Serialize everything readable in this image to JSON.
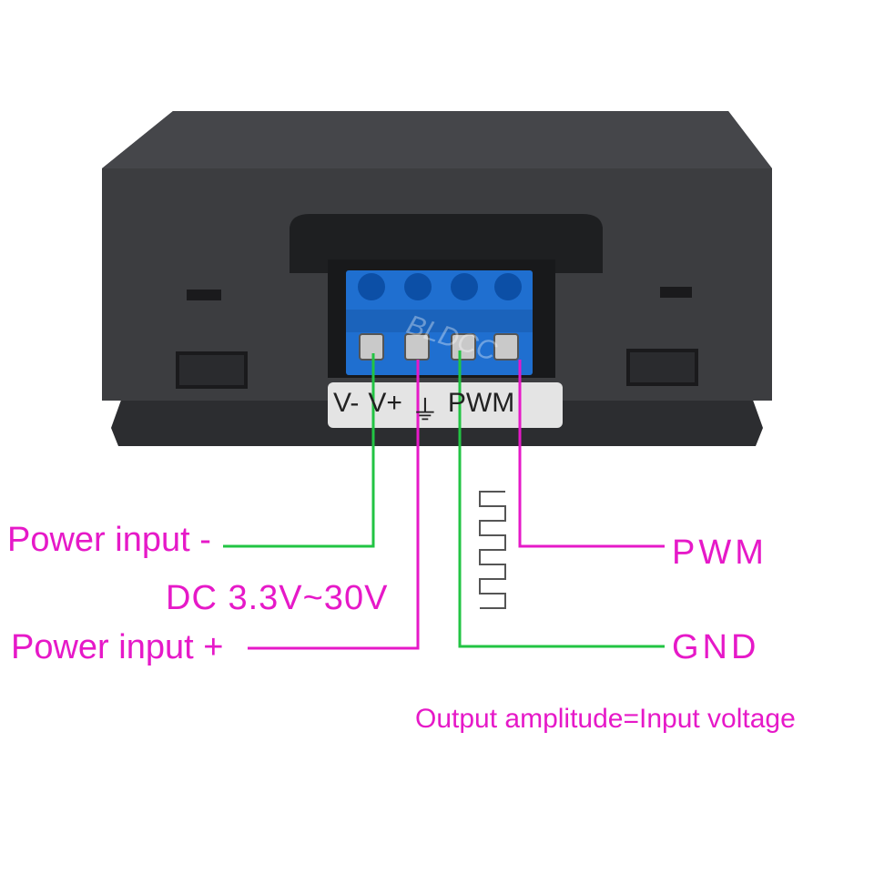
{
  "device": {
    "terminal_label": [
      "V-",
      "V+",
      "⏚",
      "PWM"
    ],
    "watermark": "BLDCC",
    "terminal_color": "#1f6fd0",
    "case_color": "#3a3b3e"
  },
  "labels": {
    "power_minus": "Power input -",
    "voltage_range": "DC 3.3V~30V",
    "power_plus": "Power input +",
    "pwm": "PWM",
    "gnd": "GND",
    "note": "Output amplitude=Input voltage"
  },
  "colors": {
    "label": "#e619c8",
    "ground_wire": "#22c443",
    "signal_wire": "#e619c8"
  }
}
